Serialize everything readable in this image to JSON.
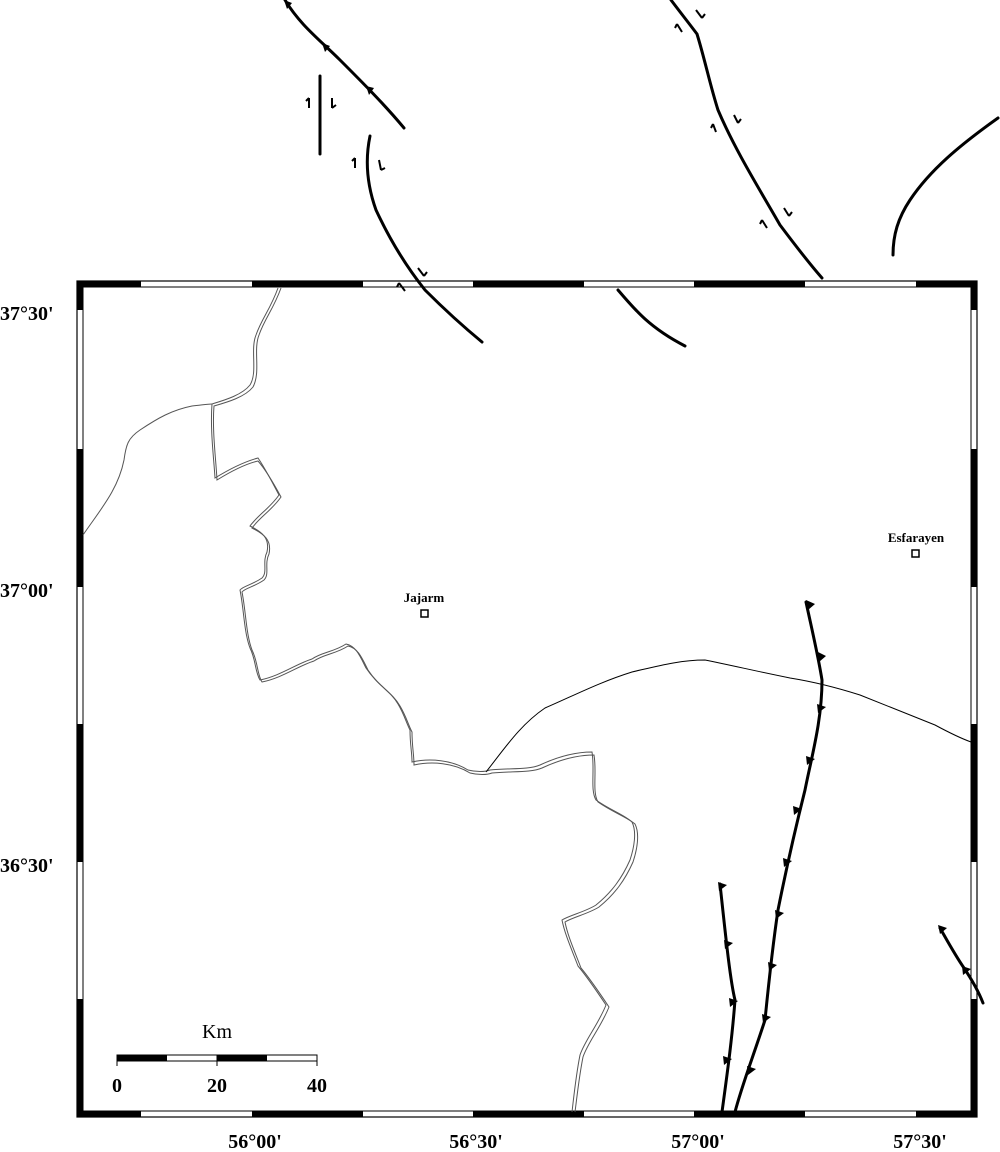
{
  "map": {
    "lat_labels": [
      "37°30'",
      "37°00'",
      "36°30'"
    ],
    "lon_labels": [
      "56°00'",
      "56°30'",
      "57°00'",
      "57°30'"
    ],
    "towns": [
      {
        "name": "Jajarm"
      },
      {
        "name": "Esfarayen"
      }
    ],
    "scale_bar": {
      "unit": "Km",
      "ticks": [
        "0",
        "20",
        "40"
      ]
    }
  }
}
